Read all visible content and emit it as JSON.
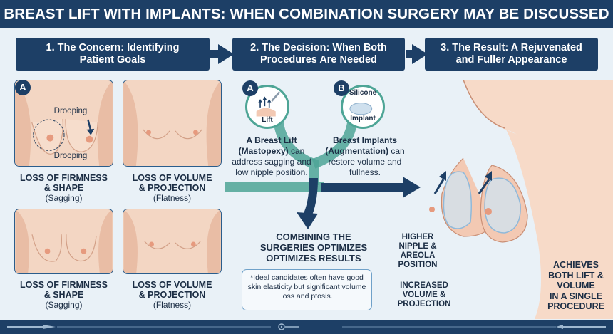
{
  "title": "BREAST LIFT WITH IMPLANTS: WHEN COMBINATION SURGERY MAY BE DISCUSSED",
  "steps": [
    {
      "label": "1. The Concern: Identifying\nPatient Goals"
    },
    {
      "label": "2. The Decision: When Both\nProcedures Are Needed"
    },
    {
      "label": "3. The Result: A Rejuvenated\nand Fuller Appearance"
    }
  ],
  "concern": {
    "badge": "A",
    "drooping_top": "Drooping",
    "drooping_bottom": "Drooping",
    "panels": [
      {
        "title": "LOSS OF FIRMNESS\n& SHAPE",
        "subtitle": "(Sagging)"
      },
      {
        "title": "LOSS OF VOLUME\n& PROJECTION",
        "subtitle": "(Flatness)"
      },
      {
        "title": "LOSS OF FIRMNESS\n& SHAPE",
        "subtitle": "(Sagging)"
      },
      {
        "title": "LOSS OF VOLUME\n& PROJECTION",
        "subtitle": "(Flatness)"
      }
    ]
  },
  "decision": {
    "lift": {
      "badge": "A",
      "icon_label": "Lift",
      "text_bold": "A Breast Lift\n(Mastopexy)",
      "text_rest": " can address sagging and low nipple position."
    },
    "implant": {
      "badge": "B",
      "icon_label_top": "Silicone",
      "icon_label_bottom": "Implant",
      "text_bold": "Breast Implants\n(Augmentation)",
      "text_rest": " can restore volume and fullness."
    },
    "combining": "COMBINING THE SURGERIES OPTIMIZES OPTIMIZES RESULTS",
    "note": "*Ideal candidates often have good skin elasticity but significant volume loss and ptosis."
  },
  "result": {
    "higher": "HIGHER\nNIPPLE &\nAREOLA\nPOSITION",
    "increased": "INCREASED\nVOLUME &\nPROJECTION",
    "achieves": "ACHIEVES\nBOTH LIFT &\nVOLUME\nIN A SINGLE\nPROCEDURE"
  },
  "colors": {
    "navy": "#1d3f66",
    "teal": "#4ea596",
    "skin": "#f3d6c3"
  }
}
